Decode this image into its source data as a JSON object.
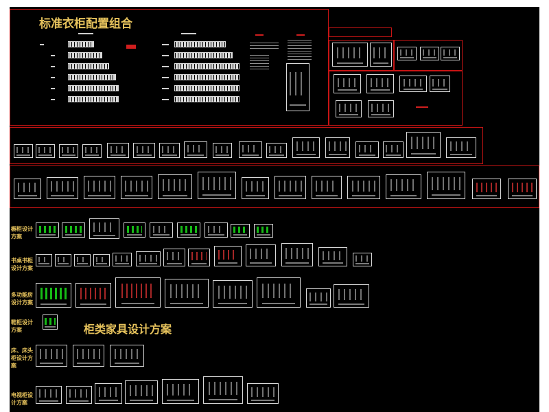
{
  "canvas": {
    "background": "#000000",
    "frame_color": "#c81414",
    "label_color": "#e6c25c"
  },
  "titles": {
    "main": "标准衣柜配置组合",
    "section": "柜类家具设计方案"
  },
  "row_labels": {
    "r1": "橱柜设计方案",
    "r2": "书桌书柜设计方案",
    "r3": "多功能房设计方案",
    "r4": "鞋柜设计方案",
    "r5": "床、床头柜设计方案",
    "r6": "电视柜设计方案"
  }
}
